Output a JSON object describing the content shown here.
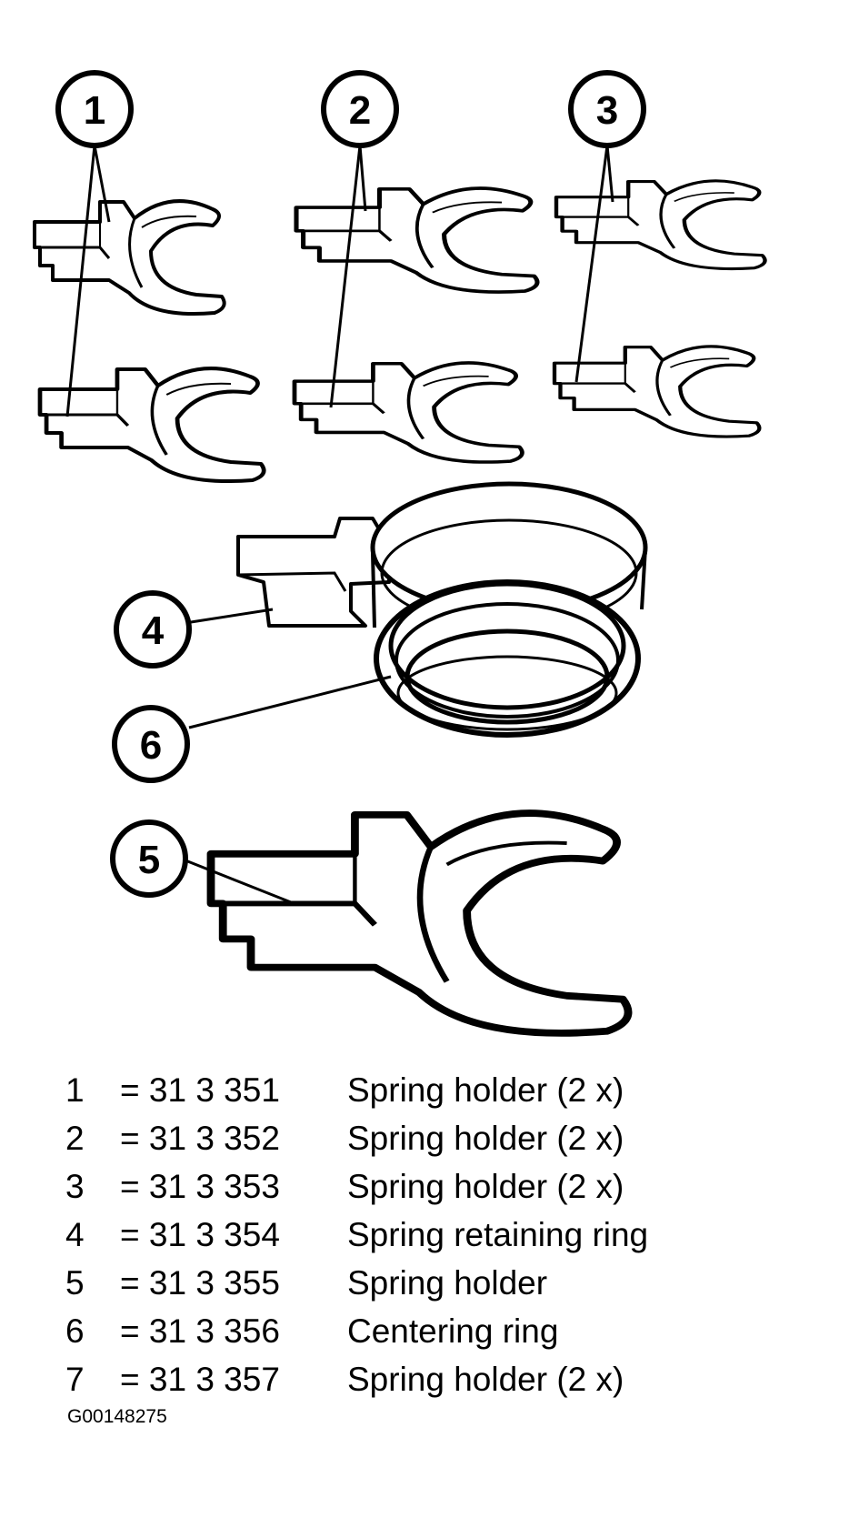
{
  "callouts": {
    "c1": "1",
    "c2": "2",
    "c3": "3",
    "c4": "4",
    "c5": "5",
    "c6": "6"
  },
  "legend": [
    {
      "num": "1",
      "part": "= 31 3 351",
      "desc": "Spring holder (2 x)"
    },
    {
      "num": "2",
      "part": "= 31 3 352",
      "desc": "Spring holder (2 x)"
    },
    {
      "num": "3",
      "part": "= 31 3 353",
      "desc": "Spring holder (2 x)"
    },
    {
      "num": "4",
      "part": "= 31 3 354",
      "desc": "Spring retaining ring"
    },
    {
      "num": "5",
      "part": "= 31 3 355",
      "desc": "Spring holder"
    },
    {
      "num": "6",
      "part": "= 31 3 356",
      "desc": "Centering ring"
    },
    {
      "num": "7",
      "part": "= 31 3 357",
      "desc": "Spring holder (2 x)"
    }
  ],
  "figure_id": "G00148275"
}
